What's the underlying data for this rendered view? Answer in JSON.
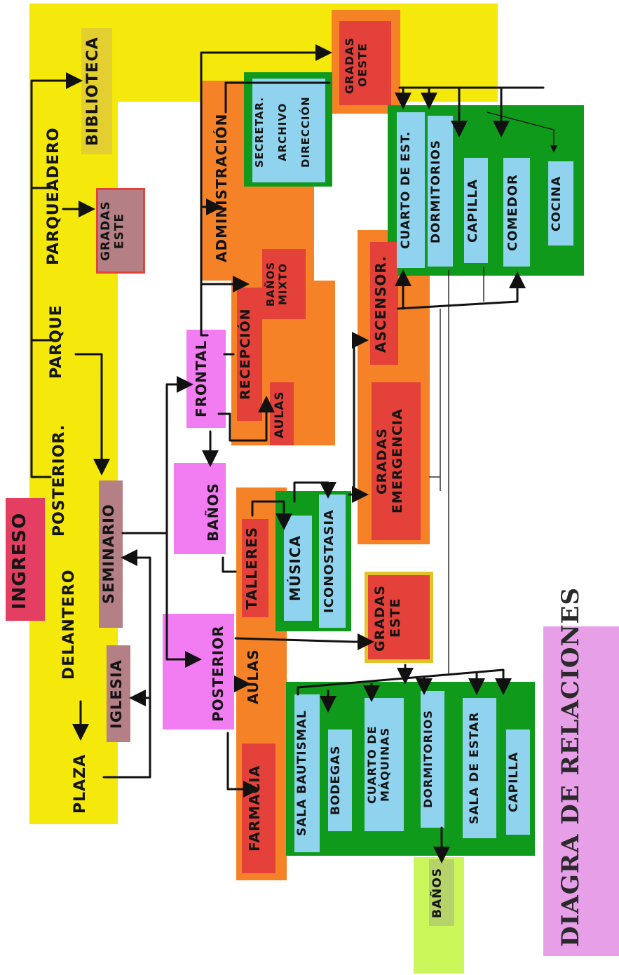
{
  "title": "DIAGRA DE RELACIONES",
  "colors": {
    "yellow": "#f4e90a",
    "orange": "#f58227",
    "green": "#0f9a1c",
    "magenta": "#f27cf2",
    "lilac": "#e79fe8",
    "lime": "#ccf75b",
    "red_tag": "#e3413a",
    "pink_tag": "#e43f62",
    "blue_tag": "#8fd3ee",
    "mauve_tag": "#b57f86",
    "line": "#111111"
  },
  "labels": {
    "ingreso": "INGRESO",
    "delantero": "DELANTERO",
    "posterior_ingreso": "POSTERIOR.",
    "parque": "PARQUE",
    "parqueadero": "PARQUEADERO",
    "biblioteca": "BIBLIOTECA",
    "gradas_este_top": "GRADAS ESTE",
    "seminario": "SEMINARIO",
    "iglesia": "IGLESIA",
    "plaza": "PLAZA",
    "frontal": "FRONTAL",
    "banos_mid": "BAÑOS",
    "posterior": "POSTERIOR",
    "administracion": "ADMINISTRACIÓN",
    "secretaria": "SECRETAR.",
    "archivo": "ARCHIVO",
    "direccion": "DIRECCIÓN",
    "recepcion": "RECEPCIÓN",
    "banos_mixto": "BAÑOS MIXTO",
    "aulas_top": "AULAS",
    "gradas_oeste": "GRADAS OESTE",
    "ascensor": "ASCENSOR.",
    "gradas_emergencia": "GRADAS EMERGENCIA",
    "talleres": "TALLERES",
    "musica": "MÚSICA",
    "iconostasia": "ICONOSTASIA",
    "gradas_este_mid": "GRADAS ESTE",
    "aulas_bottom": "AULAS",
    "farmacia": "FARMACIA",
    "cuarto_de_estar": "CUARTO DE EST.",
    "dormitorios_top": "DORMITORIOS",
    "capilla_top": "CAPILLA",
    "comedor": "COMEDOR",
    "cocina": "COCINA",
    "sala_bautismal": "SALA BAUTISMAL",
    "bodegas": "BODEGAS",
    "cuarto_de_maquinas": "CUARTO DE MÁQUINAS",
    "dormitorios_bottom": "DORMITORIOS",
    "sala_de_estar": "SALA DE ESTAR",
    "capilla_bottom": "CAPILLA",
    "banos_bottom": "BAÑOS"
  }
}
